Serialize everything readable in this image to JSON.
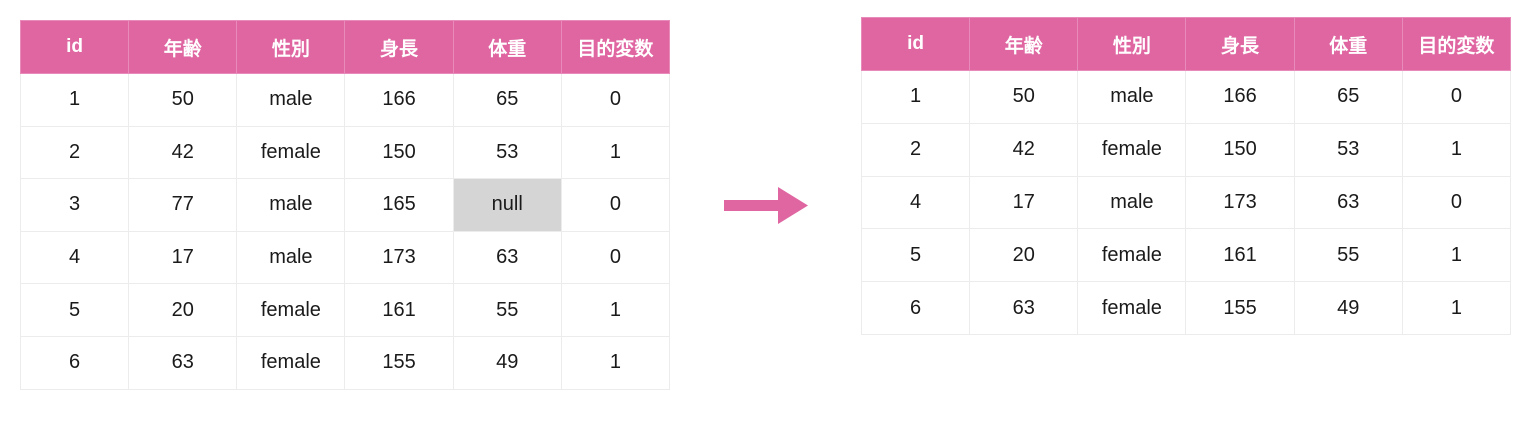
{
  "columns": [
    "id",
    "年齢",
    "性別",
    "身長",
    "体重",
    "目的変数"
  ],
  "before_table": {
    "rows": [
      [
        "1",
        "50",
        "male",
        "166",
        "65",
        "0"
      ],
      [
        "2",
        "42",
        "female",
        "150",
        "53",
        "1"
      ],
      [
        "3",
        "77",
        "male",
        "165",
        "null",
        "0"
      ],
      [
        "4",
        "17",
        "male",
        "173",
        "63",
        "0"
      ],
      [
        "5",
        "20",
        "female",
        "161",
        "55",
        "1"
      ],
      [
        "6",
        "63",
        "female",
        "155",
        "49",
        "1"
      ]
    ],
    "highlighted_cell": {
      "row": 2,
      "col": 4,
      "value": "null"
    }
  },
  "after_table": {
    "rows": [
      [
        "1",
        "50",
        "male",
        "166",
        "65",
        "0"
      ],
      [
        "2",
        "42",
        "female",
        "150",
        "53",
        "1"
      ],
      [
        "4",
        "17",
        "male",
        "173",
        "63",
        "0"
      ],
      [
        "5",
        "20",
        "female",
        "161",
        "55",
        "1"
      ],
      [
        "6",
        "63",
        "female",
        "155",
        "49",
        "1"
      ]
    ]
  },
  "arrow": {
    "icon": "arrow-right-icon",
    "color": "#df66a1"
  },
  "colors": {
    "header_bg": "#df66a1",
    "header_text": "#ffffff",
    "null_bg": "#d5d5d5",
    "grid": "#ececec"
  }
}
